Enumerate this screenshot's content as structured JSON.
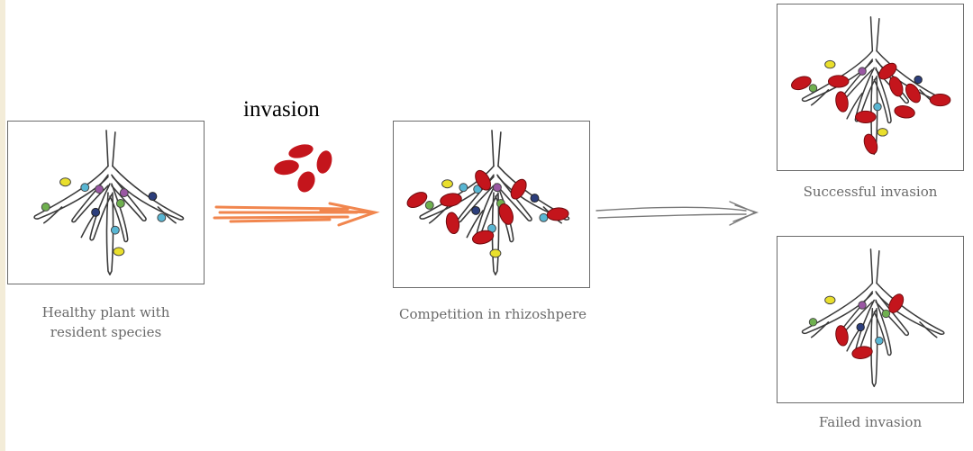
{
  "labels": {
    "invasion": "invasion",
    "healthy_line1": "Healthy plant with",
    "healthy_line2": "resident species",
    "competition": "Competition in rhizoshpere",
    "successful": "Successful invasion",
    "failed": "Failed invasion"
  },
  "colors": {
    "invader": "#c4151c",
    "yellow": "#e9df2c",
    "purple": "#9a57a3",
    "green": "#6fb04f",
    "navy": "#2c3e7c",
    "cyan": "#58b6d3",
    "blue": "#24407a",
    "arrow_orange": "#f07a3b"
  },
  "icons": {
    "panel_root": "root-icon",
    "flow_arrow": "arrow-icon",
    "bacteria": "bacterium-icon"
  }
}
